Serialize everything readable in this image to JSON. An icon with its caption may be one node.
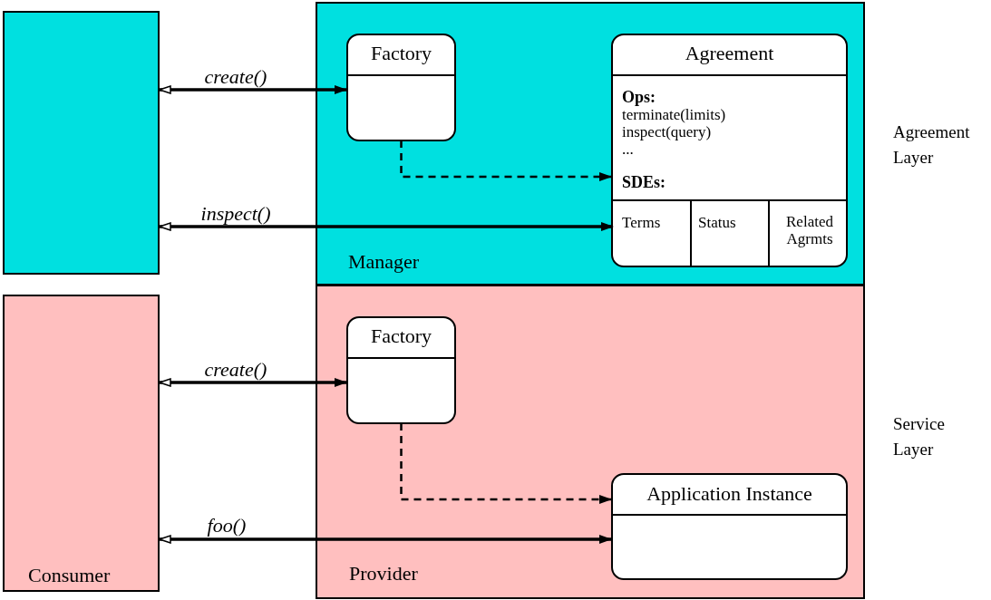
{
  "diagram": {
    "nodes": [
      {
        "text": [],
        "shape": "box"
      },
      {
        "text": [
          "Manager"
        ]
      },
      {
        "text": [
          "Factory"
        ],
        "in": 1
      },
      {
        "text": [
          "Agreement",
          "Ops:",
          "terminate(limits)",
          "inspect(query)",
          "...",
          "SDEs:"
        ],
        "in": 1
      },
      {
        "text": [
          "Terms"
        ],
        "in": 3
      },
      {
        "text": [
          "Status"
        ],
        "in": 3
      },
      {
        "text": [
          "Related Agrmts"
        ],
        "in": 3
      },
      {
        "text": [
          "Consumer"
        ]
      },
      {
        "text": [
          "Provider"
        ]
      },
      {
        "text": [
          "Factory"
        ],
        "in": 8
      },
      {
        "text": [
          "Application Instance"
        ],
        "in": 8
      }
    ],
    "edges": [
      {
        "from": 0,
        "to": 2,
        "arrow": "both",
        "label": "create()"
      },
      {
        "from": 2,
        "to": 3,
        "arrow": "to",
        "style": "dashed"
      },
      {
        "from": 0,
        "to": 4,
        "arrow": "both",
        "label": "inspect()"
      },
      {
        "from": 7,
        "to": 9,
        "arrow": "both",
        "label": "create()"
      },
      {
        "from": 9,
        "to": 10,
        "arrow": "to",
        "style": "dashed"
      },
      {
        "from": 7,
        "to": 10,
        "arrow": "both",
        "label": "foo()"
      }
    ],
    "labels": [
      "Agreement Layer",
      "Service Layer"
    ]
  }
}
